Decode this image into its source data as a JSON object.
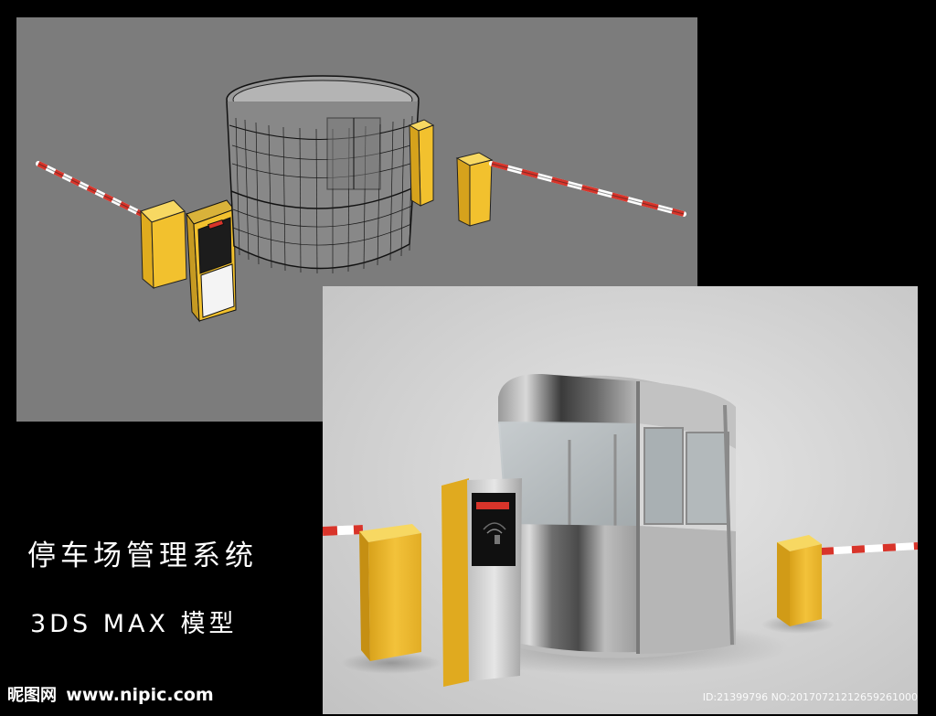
{
  "title": "停车场管理系统",
  "subtitle": "3DS MAX 模型",
  "watermark": {
    "site_name": "昵图网",
    "site_url": "www.nipic.com",
    "image_id": "ID:21399796 NO:20170721212659261000"
  },
  "colors": {
    "page_background": "#000000",
    "viewport_background": "#7c7c7c",
    "barrier_yellow": "#f2c12e",
    "barrier_stripe_red": "#d8342a",
    "booth_steel": "#a9a9a9"
  }
}
